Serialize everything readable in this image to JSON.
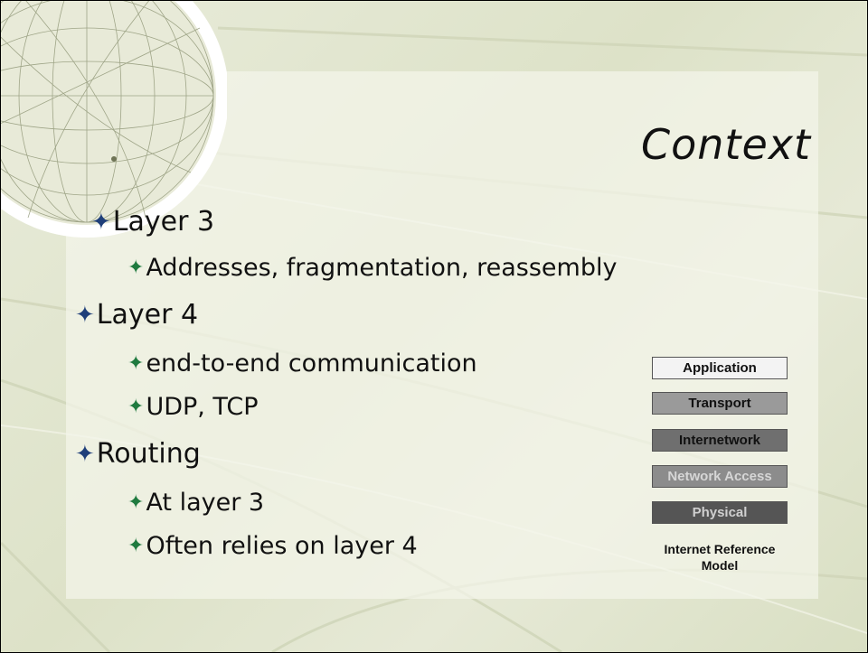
{
  "slide": {
    "title": "Context",
    "bullets": [
      {
        "text": "Layer 3",
        "subs": [
          "Addresses, fragmentation, reassembly"
        ]
      },
      {
        "text": "Layer 4",
        "subs": [
          "end-to-end communication",
          "UDP, TCP"
        ]
      },
      {
        "text": "Routing",
        "subs": [
          "At layer 3",
          "Often relies on layer 4"
        ]
      }
    ]
  },
  "model": {
    "layers": [
      {
        "label": "Application",
        "bg": "#f3f3f3",
        "fg": "#111111"
      },
      {
        "label": "Transport",
        "bg": "#9a9a9a",
        "fg": "#111111"
      },
      {
        "label": "Internetwork",
        "bg": "#6f6f6f",
        "fg": "#111111"
      },
      {
        "label": "Network Access",
        "bg": "#8c8c8c",
        "fg": "#d6d6d6"
      },
      {
        "label": "Physical",
        "bg": "#555555",
        "fg": "#cfcfcf"
      }
    ],
    "caption": "Internet Reference\nModel"
  },
  "colors": {
    "main_bullet": "#1f3f7a",
    "sub_bullet": "#1f7a3f"
  },
  "icons": {
    "main_bullet": "four-point-star-icon",
    "sub_bullet": "four-point-star-icon"
  }
}
